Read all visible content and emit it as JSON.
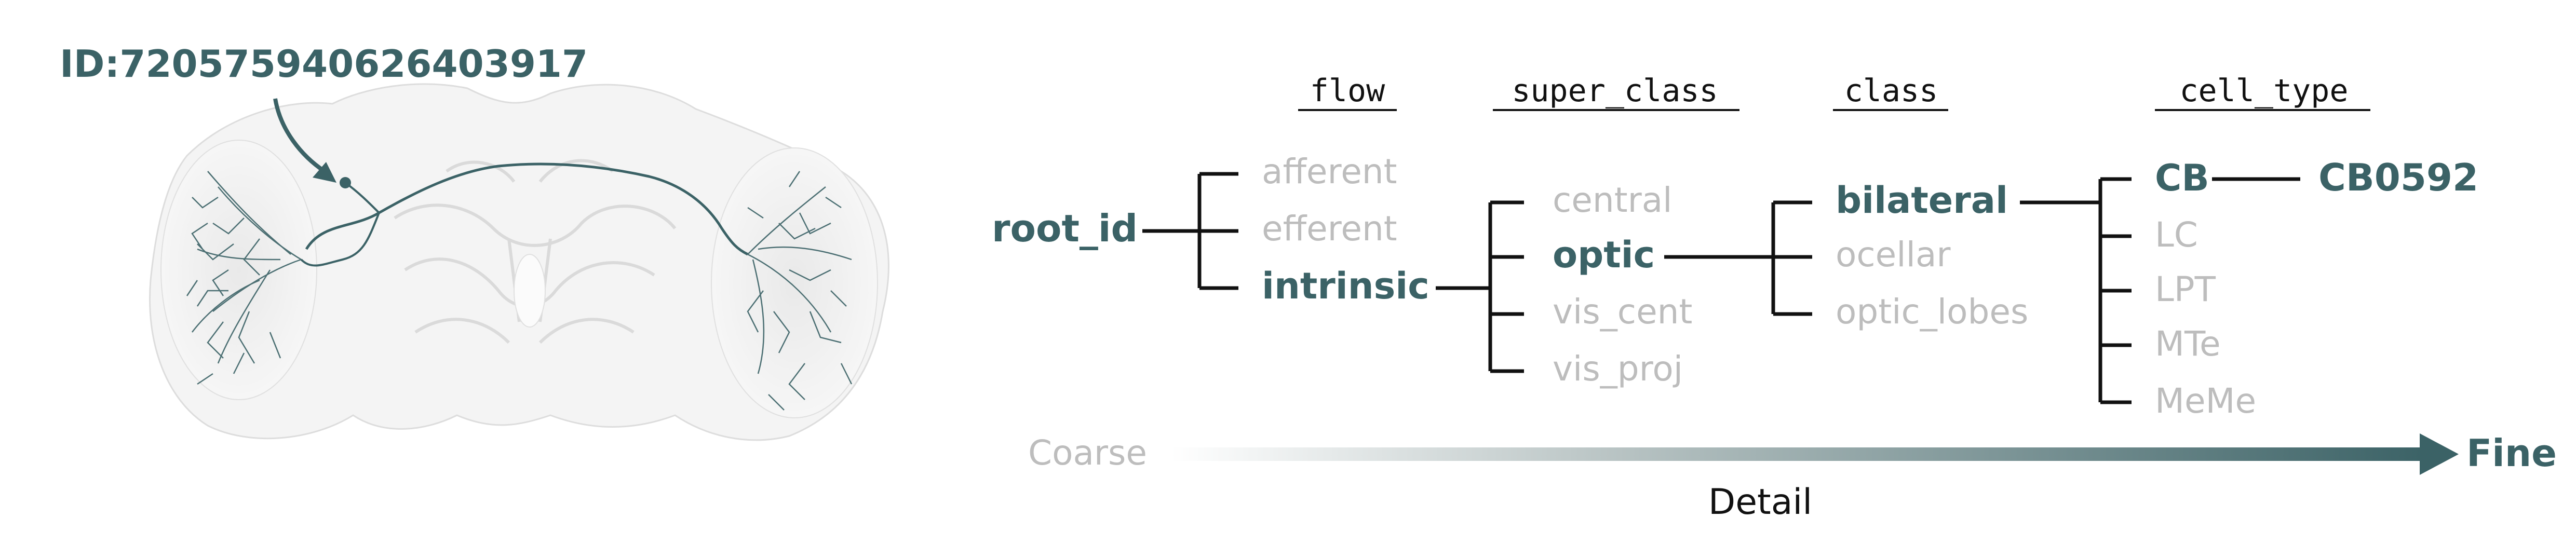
{
  "neuron": {
    "id_label": "ID:720575940626403917"
  },
  "tree": {
    "root": "root_id",
    "levels": {
      "flow": {
        "header": "flow",
        "items": [
          {
            "label": "afferent",
            "selected": false
          },
          {
            "label": "efferent",
            "selected": false
          },
          {
            "label": "intrinsic",
            "selected": true
          }
        ]
      },
      "super_class": {
        "header": "super_class",
        "items": [
          {
            "label": "central",
            "selected": false
          },
          {
            "label": "optic",
            "selected": true
          },
          {
            "label": "vis_cent",
            "selected": false
          },
          {
            "label": "vis_proj",
            "selected": false
          }
        ]
      },
      "class": {
        "header": "class",
        "items": [
          {
            "label": "bilateral",
            "selected": true
          },
          {
            "label": "ocellar",
            "selected": false
          },
          {
            "label": "optic_lobes",
            "selected": false
          }
        ]
      },
      "cell_type": {
        "header": "cell_type",
        "items": [
          {
            "label": "CB",
            "selected": true
          },
          {
            "label": "LC",
            "selected": false
          },
          {
            "label": "LPT",
            "selected": false
          },
          {
            "label": "MTe",
            "selected": false
          },
          {
            "label": "MeMe",
            "selected": false
          }
        ]
      },
      "leaf": {
        "label": "CB0592"
      }
    }
  },
  "scale": {
    "coarse_label": "Coarse",
    "fine_label": "Fine",
    "axis_label": "Detail"
  },
  "colors": {
    "accent": "#3b6266",
    "muted": "#bdbdbd",
    "line": "#111111",
    "brain": "#c8c8c8"
  }
}
